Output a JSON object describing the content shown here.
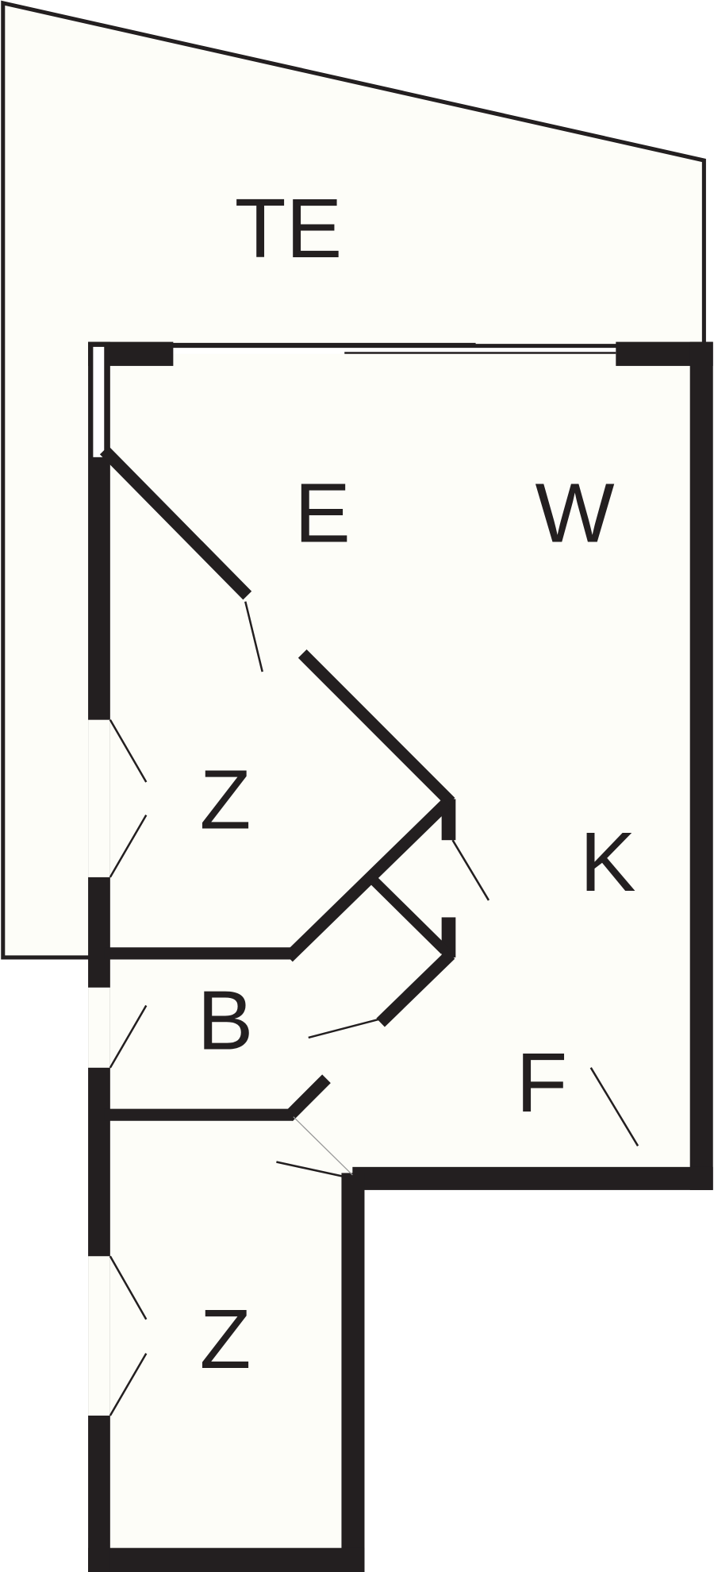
{
  "rooms": {
    "terrace": "TE",
    "entrance": "E",
    "living": "W",
    "bedroom_1": "Z",
    "kitchen": "K",
    "bathroom": "B",
    "f_area": "F",
    "bedroom_2": "Z"
  },
  "colors": {
    "wall": "#231f20",
    "floor": "#fdfdf8"
  }
}
